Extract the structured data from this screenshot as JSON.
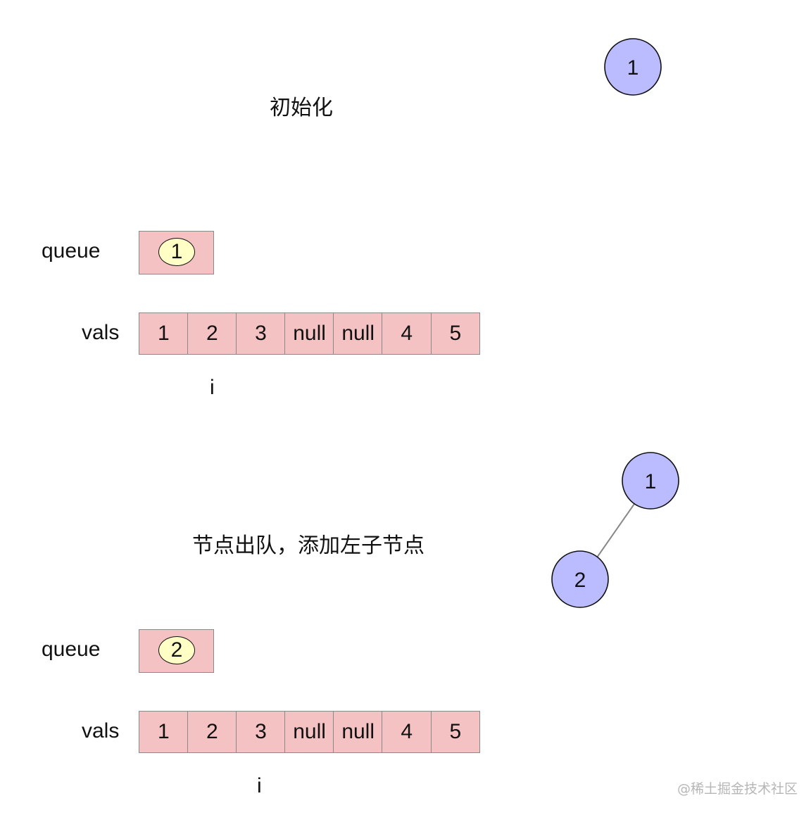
{
  "steps": [
    {
      "caption": "初始化",
      "queue_label": "queue",
      "queue": [
        "1"
      ],
      "vals_label": "vals",
      "vals": [
        "1",
        "2",
        "3",
        "null",
        "null",
        "4",
        "5"
      ],
      "pointer_label": "i",
      "pointer_index": 1,
      "tree": {
        "nodes": [
          {
            "id": "n1",
            "label": "1"
          }
        ],
        "edges": []
      }
    },
    {
      "caption": "节点出队，添加左子节点",
      "queue_label": "queue",
      "queue": [
        "2"
      ],
      "vals_label": "vals",
      "vals": [
        "1",
        "2",
        "3",
        "null",
        "null",
        "4",
        "5"
      ],
      "pointer_label": "i",
      "pointer_index": 2,
      "tree": {
        "nodes": [
          {
            "id": "n1",
            "label": "1"
          },
          {
            "id": "n2",
            "label": "2"
          }
        ],
        "edges": [
          {
            "from": "n1",
            "to": "n2"
          }
        ]
      }
    }
  ],
  "colors": {
    "cell_fill": "#f4c2c2",
    "queue_node_fill": "#ffffc6",
    "tree_node_fill": "#bbbbff"
  },
  "watermark": "@稀土掘金技术社区"
}
